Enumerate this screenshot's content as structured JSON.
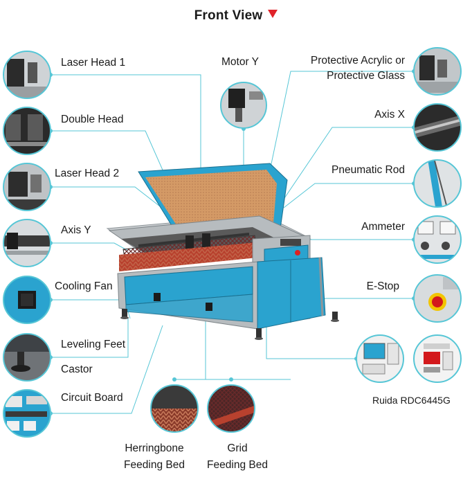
{
  "title": "Front View",
  "labels": {
    "laser_head_1": "Laser Head 1",
    "double_head": "Double Head",
    "laser_head_2": "Laser Head 2",
    "axis_y": "Axis Y",
    "cooling_fan": "Cooling Fan",
    "leveling_feet": "Leveling Feet",
    "castor": "Castor",
    "circuit_board": "Circuit Board",
    "motor_y": "Motor Y",
    "protective_line1": "Protective Acrylic or",
    "protective_line2": "Protective Glass",
    "axis_x": "Axis X",
    "pneumatic_rod": "Pneumatic Rod",
    "ammeter": "Ammeter",
    "e_stop": "E-Stop",
    "ruida": "Ruida RDC6445G",
    "herringbone_line1": "Herringbone",
    "herringbone_line2": "Feeding Bed",
    "grid_line1": "Grid",
    "grid_line2": "Feeding Bed"
  },
  "colors": {
    "accent_red": "#e0232a",
    "leader_line": "#56c6d6",
    "machine_blue": "#2aa3cf",
    "lid_orange": "#d49a66",
    "frame_grey": "#b7bcbf"
  }
}
